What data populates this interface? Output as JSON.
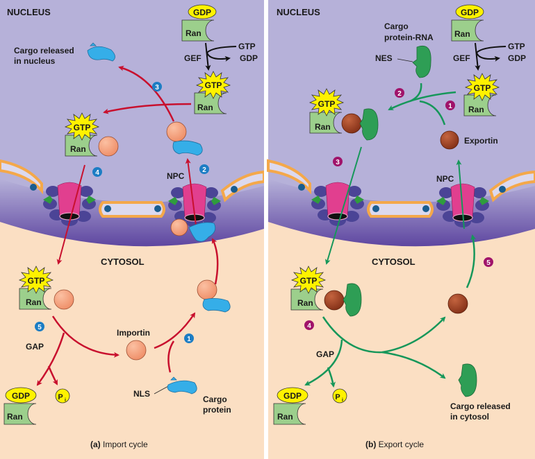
{
  "colors": {
    "nucleus": "#b6b1d9",
    "cytosol": "#fbdfc3",
    "membrane_dark": "#6a52a8",
    "membrane_outline": "#f4a84a",
    "npc_pink": "#e13f8f",
    "npc_subunit": "#4b4496",
    "ran_green": "#9ccf8c",
    "gtp_yellow": "#fff200",
    "importin": "#f59c79",
    "cargo_blue": "#35aee8",
    "exportin": "#9a3f22",
    "export_cargo": "#2e9e55",
    "import_arrow": "#c8102e",
    "export_arrow": "#16975a",
    "import_step": "#1c7dc4",
    "export_step": "#a0136a"
  },
  "panels": {
    "import": {
      "region_nucleus": "NUCLEUS",
      "region_cytosol": "CYTOSOL",
      "caption_letter": "(a)",
      "caption_text": "Import cycle",
      "gdp_top": "GDP",
      "ran_top": "Ran",
      "gef": "GEF",
      "gtp_in": "GTP",
      "gdp_out": "GDP",
      "gtp_nuc": "GTP",
      "ran_nuc": "Ran",
      "cargo_released_1": "Cargo released",
      "cargo_released_2": "in nucleus",
      "gtp_complex": "GTP",
      "ran_complex": "Ran",
      "npc": "NPC",
      "gtp_cyto": "GTP",
      "ran_cyto": "Ran",
      "gap": "GAP",
      "importin": "Importin",
      "gdp_bottom": "GDP",
      "ran_bottom": "Ran",
      "pi": "P",
      "pi_sub": "i",
      "nls": "NLS",
      "cargo_protein_1": "Cargo",
      "cargo_protein_2": "protein",
      "steps": [
        "1",
        "2",
        "3",
        "4",
        "5"
      ]
    },
    "export": {
      "region_nucleus": "NUCLEUS",
      "region_cytosol": "CYTOSOL",
      "caption_letter": "(b)",
      "caption_text": "Export cycle",
      "gdp_top": "GDP",
      "ran_top": "Ran",
      "gef": "GEF",
      "gtp_in": "GTP",
      "gdp_out": "GDP",
      "gtp_nuc": "GTP",
      "ran_nuc": "Ran",
      "cargo_rna_1": "Cargo",
      "cargo_rna_2": "protein-RNA",
      "nes": "NES",
      "exportin": "Exportin",
      "gtp_complex": "GTP",
      "ran_complex": "Ran",
      "npc": "NPC",
      "gtp_cyto": "GTP",
      "ran_cyto": "Ran",
      "gap": "GAP",
      "gdp_bottom": "GDP",
      "ran_bottom": "Ran",
      "pi": "P",
      "pi_sub": "i",
      "cargo_released_1": "Cargo released",
      "cargo_released_2": "in cytosol",
      "steps": [
        "1",
        "2",
        "3",
        "4",
        "5"
      ]
    }
  }
}
